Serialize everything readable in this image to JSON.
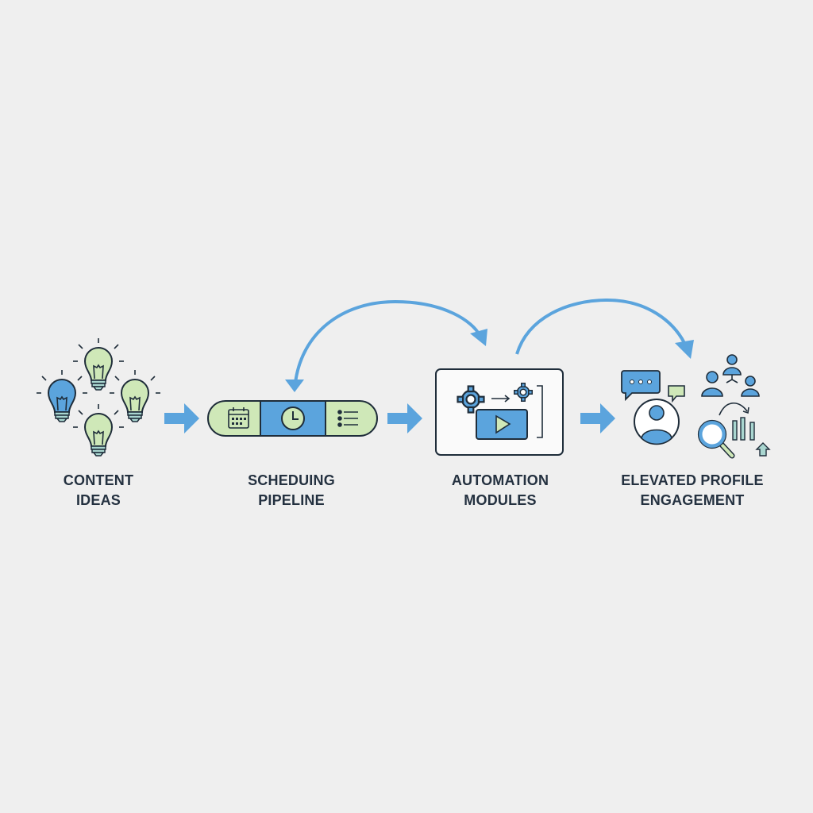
{
  "stages": [
    {
      "line1": "CONTENT",
      "line2": "IDEAS",
      "icon": "lightbulbs-icon"
    },
    {
      "line1": "SCHEDUING",
      "line2": "PIPELINE",
      "icon": "pipeline-icon"
    },
    {
      "line1": "AUTOMATION",
      "line2": "MODULES",
      "icon": "automation-icon"
    },
    {
      "line1": "ELEVATED PROFILE",
      "line2": "ENGAGEMENT",
      "icon": "engagement-icon"
    }
  ],
  "colors": {
    "background": "#efefef",
    "blue": "#5ba4dd",
    "green": "#cfe8b8",
    "outline": "#1f2d3a",
    "text": "#243140"
  }
}
